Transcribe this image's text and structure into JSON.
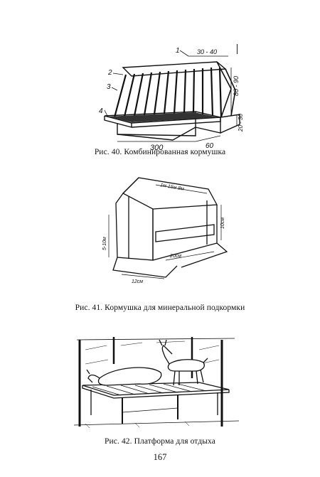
{
  "figure40": {
    "caption": "Рис. 40. Комбинированная кормушка",
    "labels": {
      "l1": "1",
      "l2": "2",
      "l3": "3",
      "l4": "4",
      "d30_40": "30 - 40",
      "d300": "300",
      "d60": "60",
      "d80_90": "80 - 90",
      "d20_30": "20 - 30"
    }
  },
  "figure41": {
    "caption": "Рис. 41. Кормушка для минеральной подкормки",
    "labels": {
      "top": "1м 15м 8м",
      "left": "5-10м",
      "right": "10см",
      "bottom": "20см",
      "bottom2": "12см"
    }
  },
  "figure42": {
    "caption": "Рис. 42. Платформа для отдыха"
  },
  "page_number": "167"
}
